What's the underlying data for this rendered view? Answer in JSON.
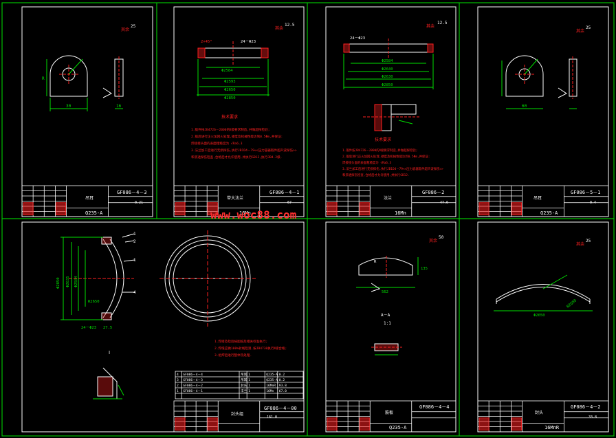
{
  "watermark": "www.woc88.com",
  "colors": {
    "frame": "#00c000",
    "green": "#00e000",
    "white": "#ffffff",
    "red": "#ff2020",
    "yellow": "#ffff00",
    "cyan": "#00ffff",
    "bg": "#000000"
  },
  "sheets": {
    "s1": {
      "code": "GF086－4－3",
      "name": "吊耳",
      "material": "Q235-A",
      "weight": "0.21",
      "rough": "25",
      "dim_w": "30",
      "dim_h": "R",
      "dim_t": "16"
    },
    "s2": {
      "code": "GF086－4－1",
      "name": "带大法兰",
      "material": "16Mn",
      "weight": "67",
      "rough": "12.5",
      "dims": [
        "2×45°",
        "24－Φ23",
        "Φ2584",
        "Φ2593",
        "Φ2650",
        "Φ2850"
      ],
      "notes": [
        "1.锻件按JB4726－2000的Ⅱ级要求制造,并做超探检验;",
        "2.锻后进行正火加回火处理,硬度及机械性能达到0.5Φm,并保证:",
        "  焊接接头面的表面粗糙度为    √Ra6.3",
        "3.法兰加工后进行无损探伤,执行JB1D4－79<<压力容器锻件超声波探伤>>",
        "  和渗透探伤检查,合格后才允许使用,并执行GB12,执行JB4.2级."
      ]
    },
    "s3": {
      "code": "GF086－2",
      "name": "法兰",
      "material": "16Mn",
      "weight": "47.6",
      "rough": "12.5",
      "dims": [
        "24－Φ23",
        "Φ2584",
        "Φ2640",
        "Φ2630",
        "Φ2850"
      ],
      "notes": [
        "1.锻件按JB4726－2000的Ⅱ级要求制造,并做超探检验;",
        "2.锻后进行正火加回火处理,硬度及机械性能达到0.5Φm,并保证:",
        "  焊接接头面的表面粗糙度为    √Ra6.3",
        "3.法兰加工后进行无损探伤,执行JB1D4－79<<压力容器锻件超声波探伤>>",
        "  和渗透探伤检查,合格后才允许使用,并执行GB12."
      ]
    },
    "s4": {
      "code": "GF086－5－1",
      "name": "吊耳",
      "material": "Q235-A",
      "weight": "0.4",
      "rough": "25",
      "dim_w": "60"
    },
    "s5": {
      "code": "GF086－4－00",
      "name": "封头组",
      "weight": "161.0",
      "dims": [
        "Φ2850",
        "Φ2635",
        "Φ2584",
        "24－Φ23",
        "R2650",
        "27.5"
      ],
      "notes": [
        "1.焊接及检验按图纸及相关标准执行;",
        "2.焊缝应做100%射线检测,按JB4730执行Ⅱ级合格;",
        "3.组焊后进行整体热处理."
      ],
      "detail": "Ⅰ",
      "bom": [
        {
          "no": "4",
          "code": "GF086－4－4",
          "name": "吊耳",
          "qty": "1",
          "mat": "Q235-A",
          "wt": "0.2"
        },
        {
          "no": "3",
          "code": "GF086－4－3",
          "name": "吊耳",
          "qty": "1",
          "mat": "Q235-A",
          "wt": "0.2"
        },
        {
          "no": "2",
          "code": "GF086－4－2",
          "name": "封头",
          "qty": "1",
          "mat": "16MnR",
          "wt": "93.8"
        },
        {
          "no": "1",
          "code": "GF086－4－1",
          "name": "法兰",
          "qty": "1",
          "mat": "16Mn",
          "wt": "67.0"
        }
      ]
    },
    "s6": {
      "code": "GF086－4－4",
      "name": "筋板",
      "material": "Q235-A",
      "rough": "50",
      "dims": [
        "562",
        "135",
        "R"
      ],
      "section": "A－A",
      "scale": "1:1"
    },
    "s7": {
      "code": "GF086－4－2",
      "name": "封头",
      "material": "16MnR",
      "weight": "33.8",
      "rough": "25",
      "dims": [
        "Φ2650",
        "R2650"
      ]
    }
  }
}
